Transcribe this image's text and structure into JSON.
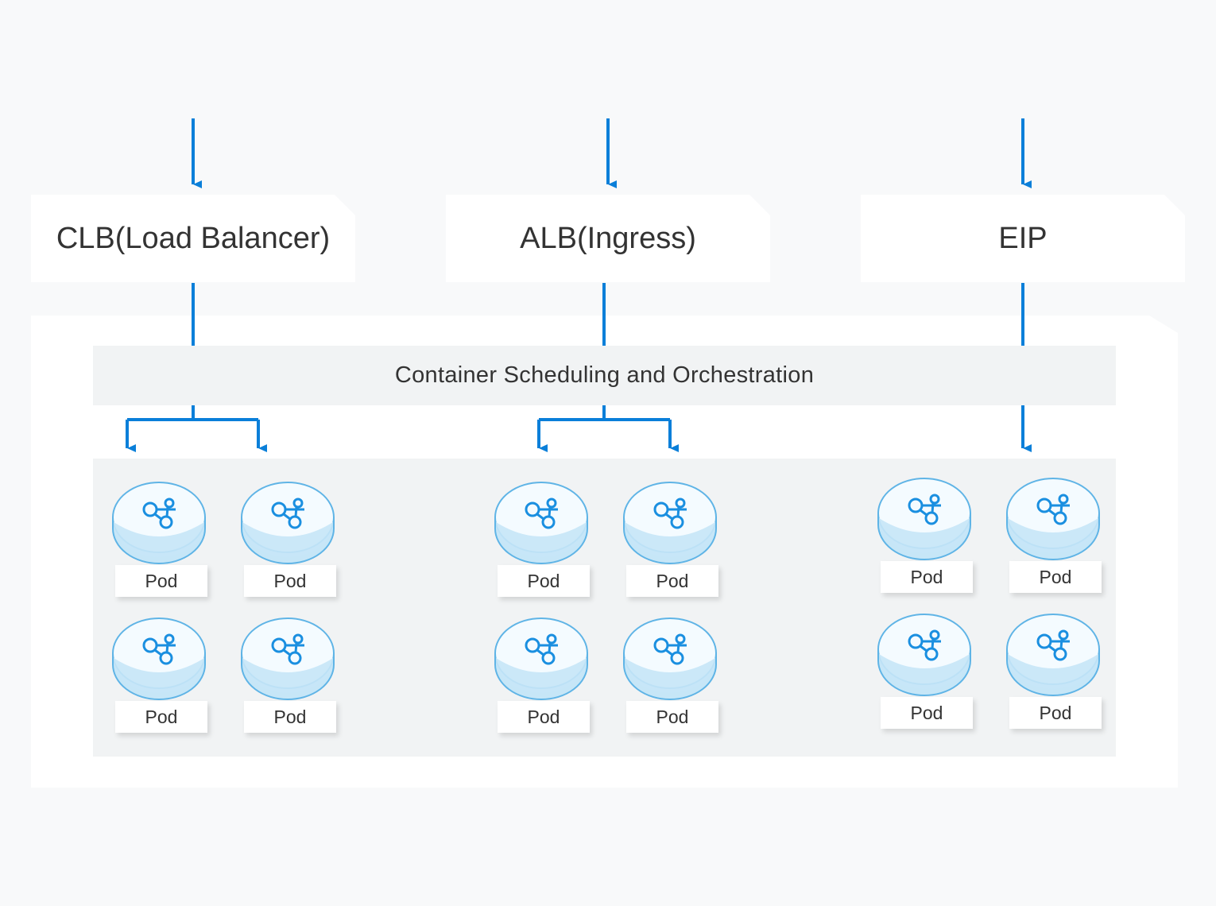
{
  "entry_points": [
    {
      "id": "clb",
      "label": "CLB(Load Balancer)"
    },
    {
      "id": "alb",
      "label": "ALB(Ingress)"
    },
    {
      "id": "eip",
      "label": "EIP"
    }
  ],
  "scheduler": {
    "label": "Container Scheduling and Orchestration"
  },
  "pod_groups": [
    {
      "id": "clb-pods",
      "pods": [
        "Pod",
        "Pod",
        "Pod",
        "Pod"
      ]
    },
    {
      "id": "alb-pods",
      "pods": [
        "Pod",
        "Pod",
        "Pod",
        "Pod"
      ]
    },
    {
      "id": "eip-pods",
      "pods": [
        "Pod",
        "Pod",
        "Pod",
        "Pod"
      ]
    }
  ],
  "colors": {
    "arrow": "#0a7fd9",
    "pod_top": "#f4fbff",
    "pod_side": "#c6e6f7",
    "pod_edge": "#5fb4e6",
    "icon": "#1a8fe0"
  },
  "icons": {
    "pod": "network-nodes-icon"
  }
}
